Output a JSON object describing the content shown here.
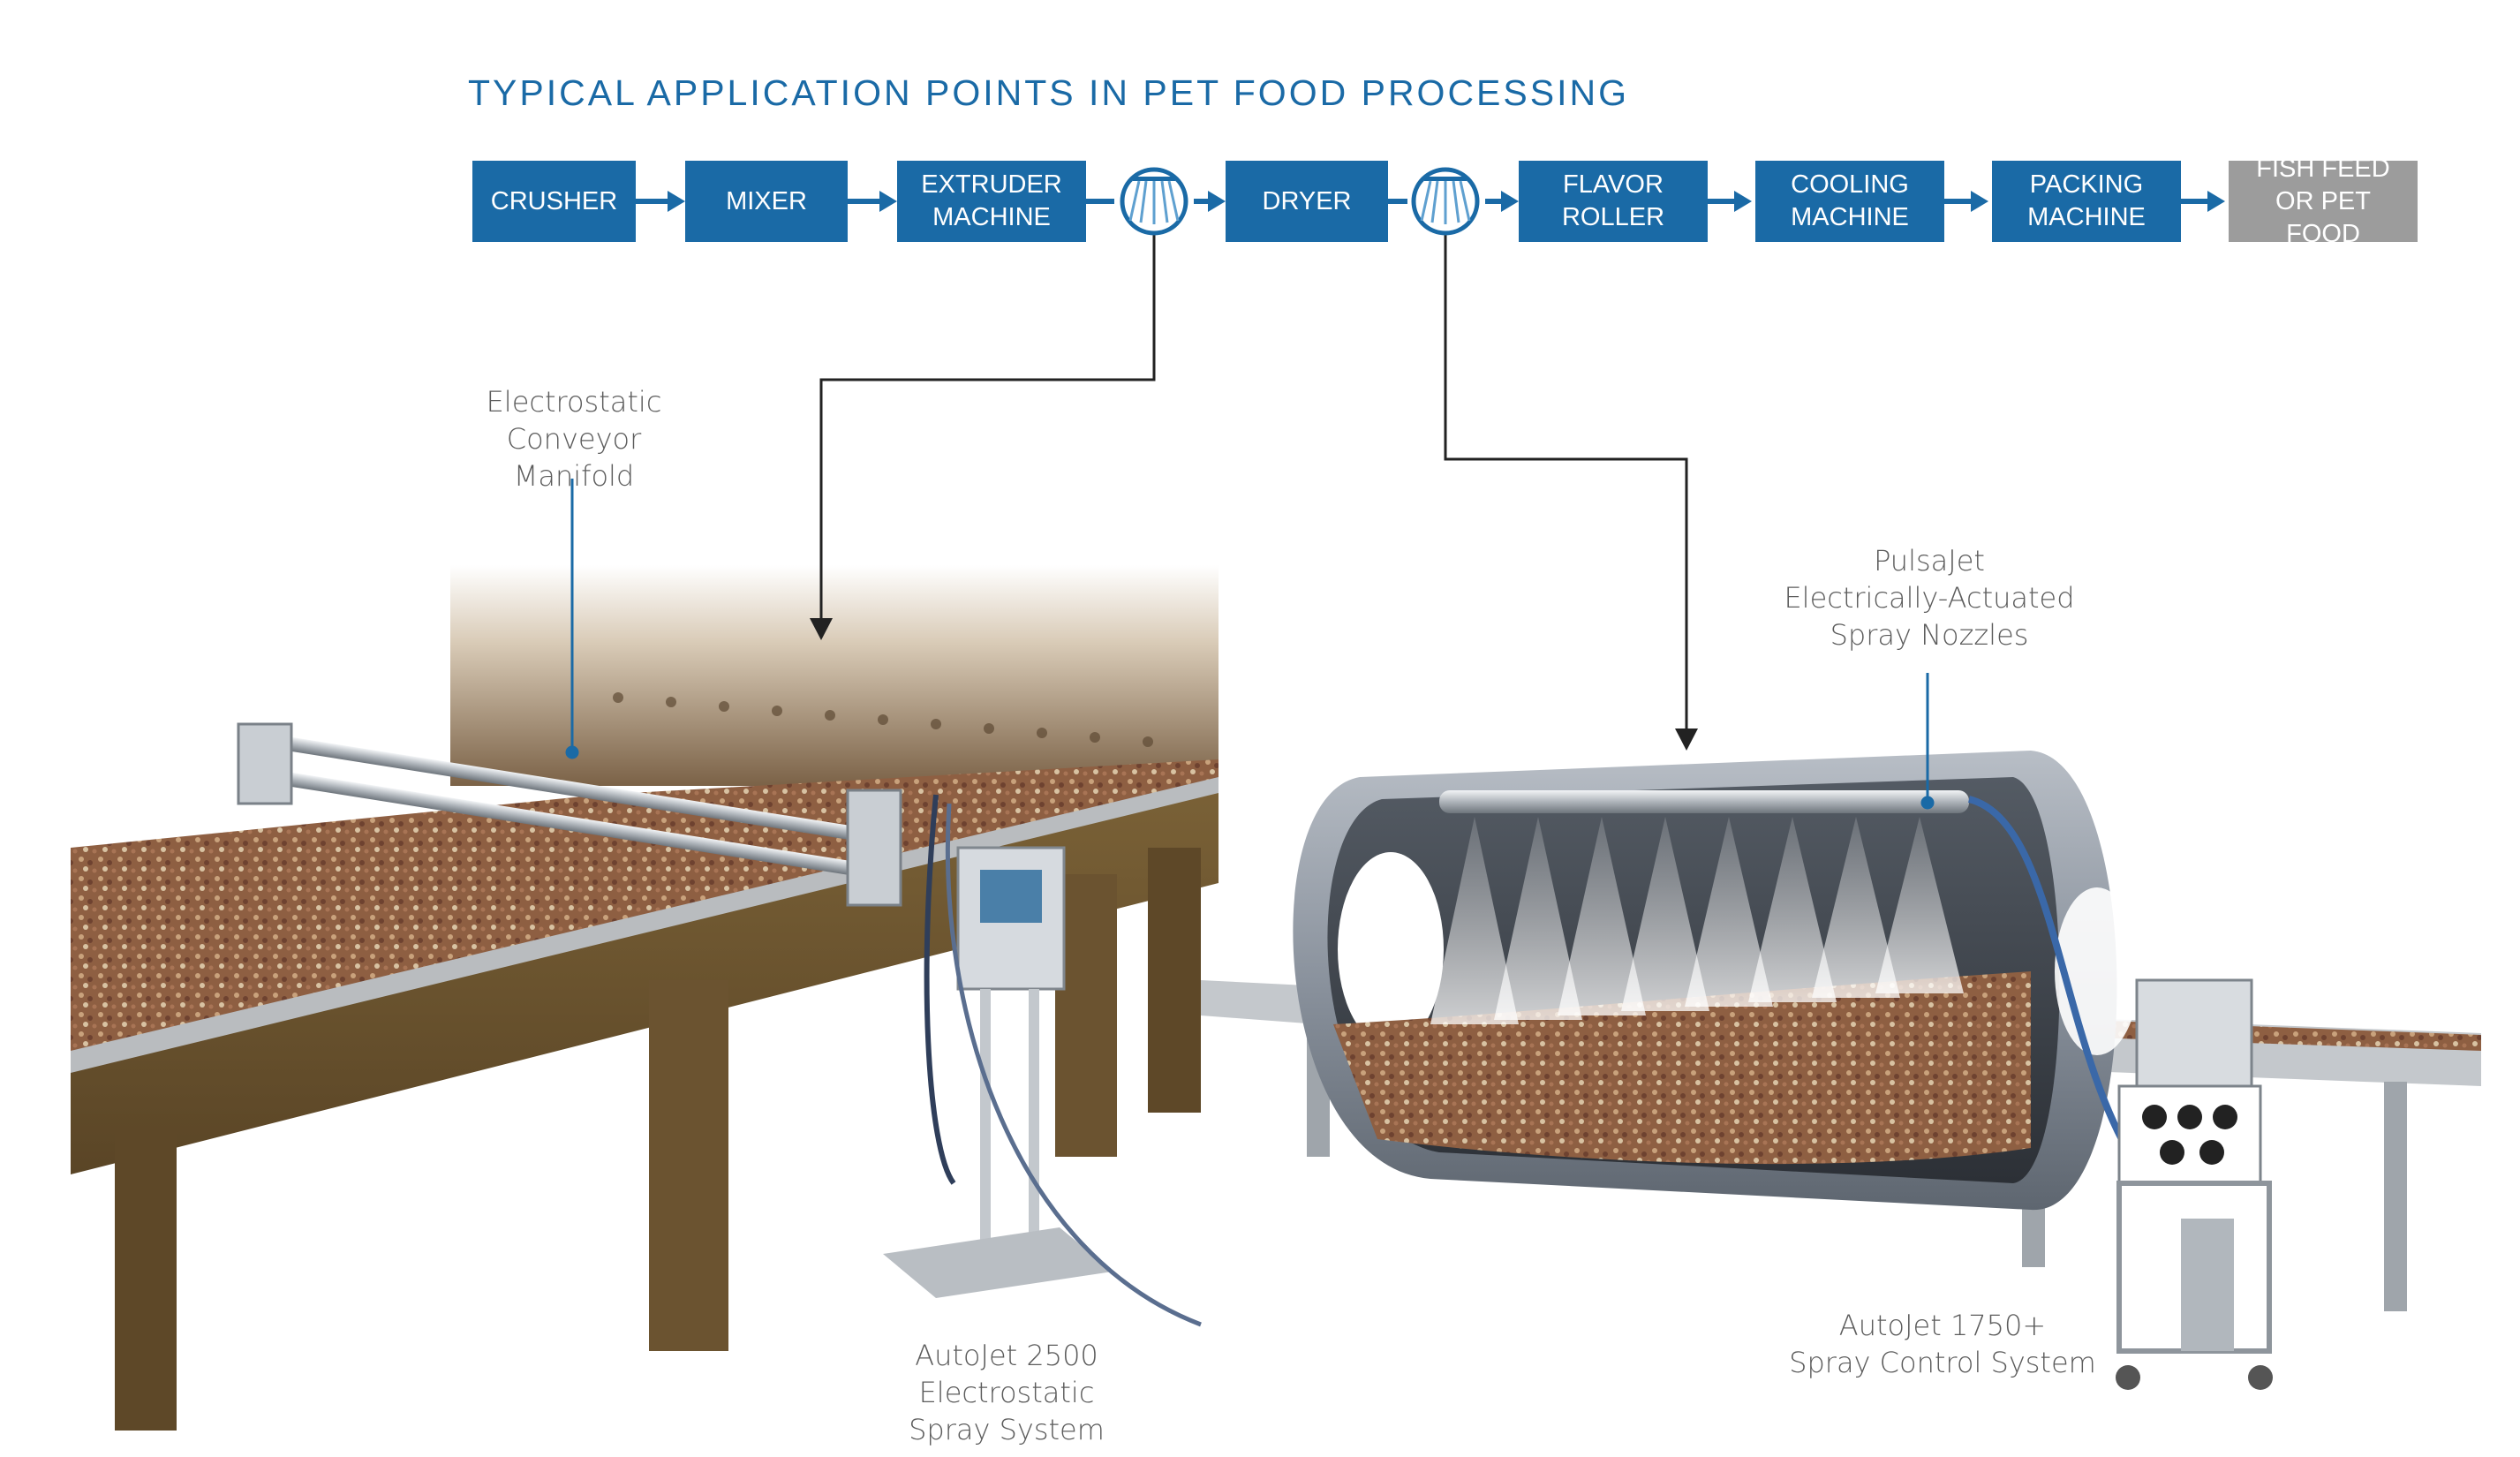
{
  "title": "TYPICAL APPLICATION POINTS IN PET FOOD PROCESSING",
  "process_steps": [
    {
      "label": "CRUSHER"
    },
    {
      "label": "MIXER"
    },
    {
      "label": "EXTRUDER\nMACHINE"
    },
    {
      "label": "DRYER"
    },
    {
      "label": "FLAVOR\nROLLER"
    },
    {
      "label": "COOLING\nMACHINE"
    },
    {
      "label": "PACKING\nMACHINE"
    },
    {
      "label": "FISH FEED\nOR PET FOOD"
    }
  ],
  "spray_points": [
    {
      "icon": "spray-nozzle-icon"
    },
    {
      "icon": "spray-nozzle-icon"
    }
  ],
  "callouts": {
    "conveyor_manifold": "Electrostatic Conveyor\nManifold",
    "pulsajet": "PulsaJet\nElectrically-Actuated\nSpray Nozzles",
    "autojet_2500": "AutoJet 2500 Electrostatic\nSpray System",
    "autojet_1750": "AutoJet 1750+\nSpray Control System"
  },
  "colors": {
    "process_blue": "#1a6aa6",
    "final_step_gray": "#9c9c9c",
    "callout_text": "#5c5c5c",
    "kibble": "#9a6a4a",
    "wall_brown": "#8a7258"
  }
}
